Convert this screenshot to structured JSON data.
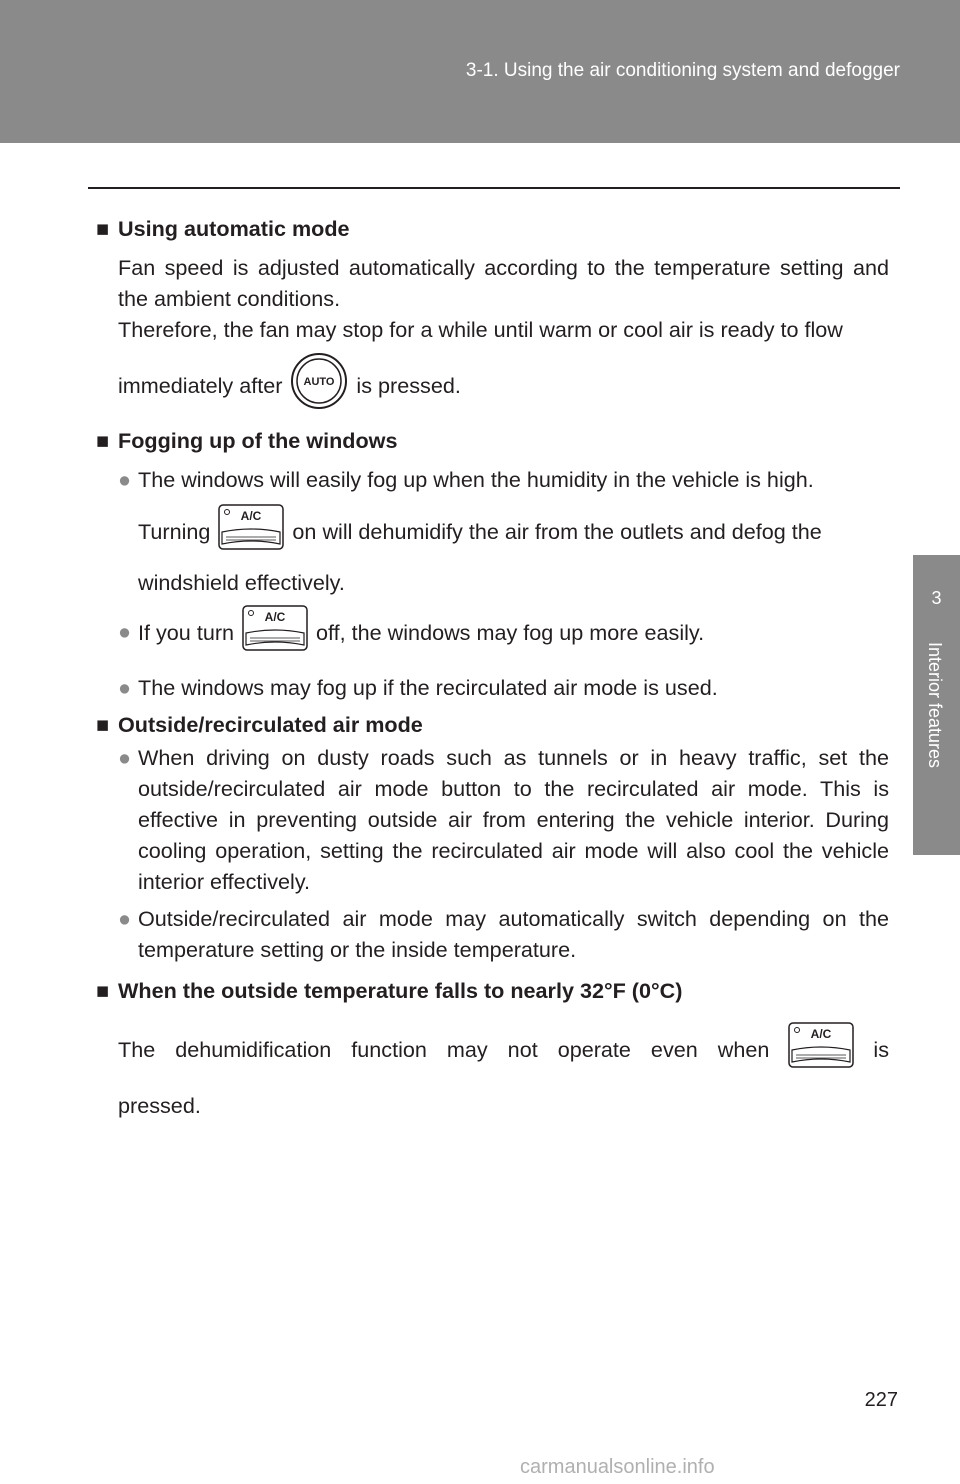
{
  "header": {
    "title": "3-1. Using the air conditioning system and defogger"
  },
  "side_tab": {
    "number": "3",
    "label": "Interior features"
  },
  "sections": {
    "auto": {
      "heading": "Using automatic mode",
      "text1": "Fan speed is adjusted automatically according to the temperature setting and the ambient conditions.",
      "text2": "Therefore, the fan may stop for a while until warm or cool air is ready to flow",
      "text3a": "immediately after",
      "text3b": "is pressed."
    },
    "fog": {
      "heading": "Fogging up of the windows",
      "b1a": "The windows will easily fog up when the humidity in the vehicle is high.",
      "b1b": "Turning",
      "b1c": "on will dehumidify the air from the outlets and defog the",
      "b1d": "windshield effectively.",
      "b2a": "If you turn",
      "b2b": "off, the windows may fog up more easily.",
      "b3": "The windows may fog up if the recirculated air mode is used."
    },
    "recirc": {
      "heading": "Outside/recirculated air mode",
      "b1": "When driving on dusty roads such as tunnels or in heavy traffic, set the outside/recirculated air mode button to the recirculated air mode. This is effective in preventing outside air from entering the vehicle interior. During cooling operation, setting the recirculated air mode will also cool the vehicle interior effectively.",
      "b2": "Outside/recirculated air mode may automatically switch depending on the temperature setting or the inside temperature."
    },
    "cold": {
      "heading": "When the outside temperature falls to nearly 32°F (0°C)",
      "t1": "The dehumidification function may not operate even when",
      "t2": "is",
      "t3": "pressed."
    }
  },
  "icons": {
    "auto_label": "AUTO",
    "ac_label": "A/C"
  },
  "page_number": "227",
  "footer": "carmanualsonline.info"
}
